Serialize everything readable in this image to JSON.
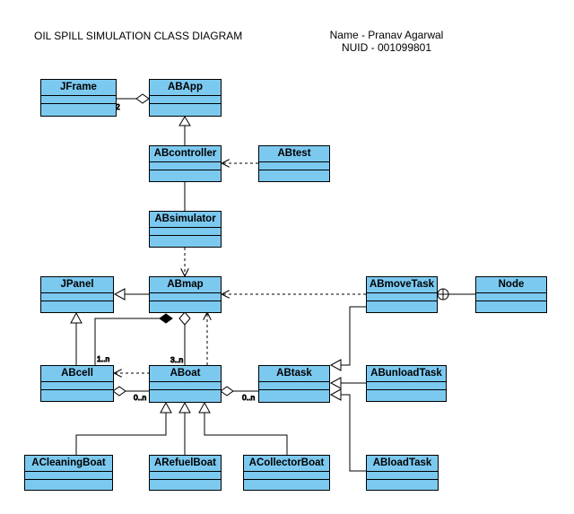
{
  "header": {
    "title": "OIL SPILL SIMULATION CLASS DIAGRAM",
    "name_line": "Name - Pranav Agarwal",
    "nuid_line": "NUID - 001099801"
  },
  "classes": {
    "jframe": "JFrame",
    "abapp": "ABApp",
    "abcontroller": "ABcontroller",
    "abtest": "ABtest",
    "absimulator": "ABsimulator",
    "jpanel": "JPanel",
    "abmap": "ABmap",
    "abmovetask": "ABmoveTask",
    "node": "Node",
    "abcell": "ABcell",
    "aboat": "ABoat",
    "abtask": "ABtask",
    "abunloadtask": "ABunloadTask",
    "acleaningboat": "ACleaningBoat",
    "arefuelboat": "ARefuelBoat",
    "acollectorboat": "ACollectorBoat",
    "abloadtask": "ABloadTask"
  },
  "multiplicities": {
    "jframe_abapp": "2",
    "abcell_abmap": "1..n",
    "aboat_abmap": "3..n",
    "abcell_aboat": "0..n",
    "aboat_abtask": "0..n"
  }
}
